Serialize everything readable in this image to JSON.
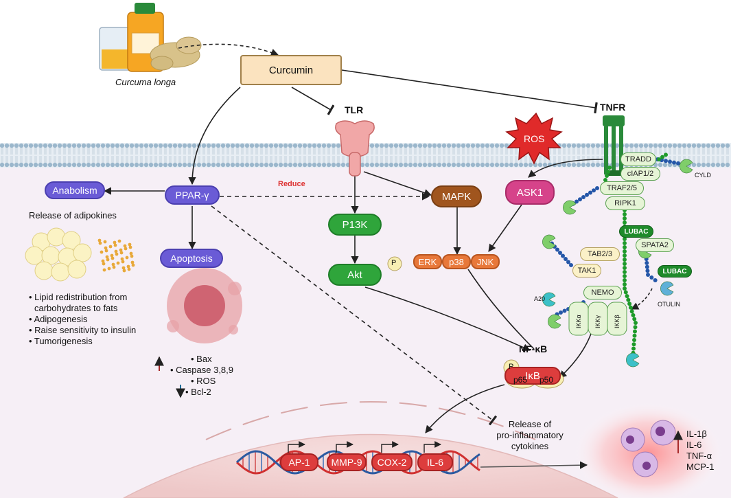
{
  "source": {
    "caption": "Curcuma longa"
  },
  "curcumin": "Curcumin",
  "receptors": {
    "tlr": "TLR",
    "tnfr": "TNFR"
  },
  "ros": "ROS",
  "reduce_label": "Reduce",
  "left_branch": {
    "ppar": "PPAR-γ",
    "anabolism": "Anabolism",
    "apoptosis": "Apoptosis",
    "adipokines": "Release of adipokines",
    "effects": [
      "• Lipid redistribution from",
      "carbohydrates to fats",
      "• Adipogenesis",
      "• Raise sensitivity to insulin",
      "• Tumorigenesis"
    ],
    "apoptosis_up": [
      "• Bax",
      "• Caspase 3,8,9",
      "• ROS"
    ],
    "apoptosis_down": [
      "• Bcl-2"
    ]
  },
  "middle": {
    "pi3k": "P13K",
    "akt": "Akt",
    "p": "P",
    "mapk": "MAPK",
    "erk": "ERK",
    "p38": "p38",
    "jnk": "JNK",
    "ask1": "ASK1"
  },
  "complex": {
    "tradd": "TRADD",
    "ciap": "cIAP1/2",
    "traf": "TRAF2/5",
    "ripk1": "RIPK1",
    "cyld": "CYLD",
    "lubac1": "LUBAC",
    "spata2": "SPATA2",
    "tab23": "TAB2/3",
    "tak1": "TAK1",
    "lubac2": "LUBAC",
    "a20": "A20",
    "nemo": "NEMO",
    "otulin": "OTULIN",
    "ikka": "IKKα",
    "ikky": "IKKγ",
    "ikkb": "IKKβ"
  },
  "nfkb": {
    "title": "NF-κB",
    "p": "P",
    "ikb": "IκB",
    "p65": "p65",
    "p50": "p50"
  },
  "nucleus_genes": [
    "AP-1",
    "MMP-9",
    "COX-2",
    "IL-6"
  ],
  "cytokines": {
    "release": [
      "Release of",
      "pro-inflammatory",
      "cytokines"
    ],
    "list": [
      "IL-1β",
      "IL-6",
      "TNF-α",
      "MCP-1"
    ]
  },
  "colors": {
    "membrane": "#9bb7cc",
    "cytoplasm": "#f5eef5",
    "nucleus": "#f0d3d3",
    "arrow": "#222222",
    "up_arrow": "#a82b2b",
    "down_arrow": "#1e6e9a"
  }
}
